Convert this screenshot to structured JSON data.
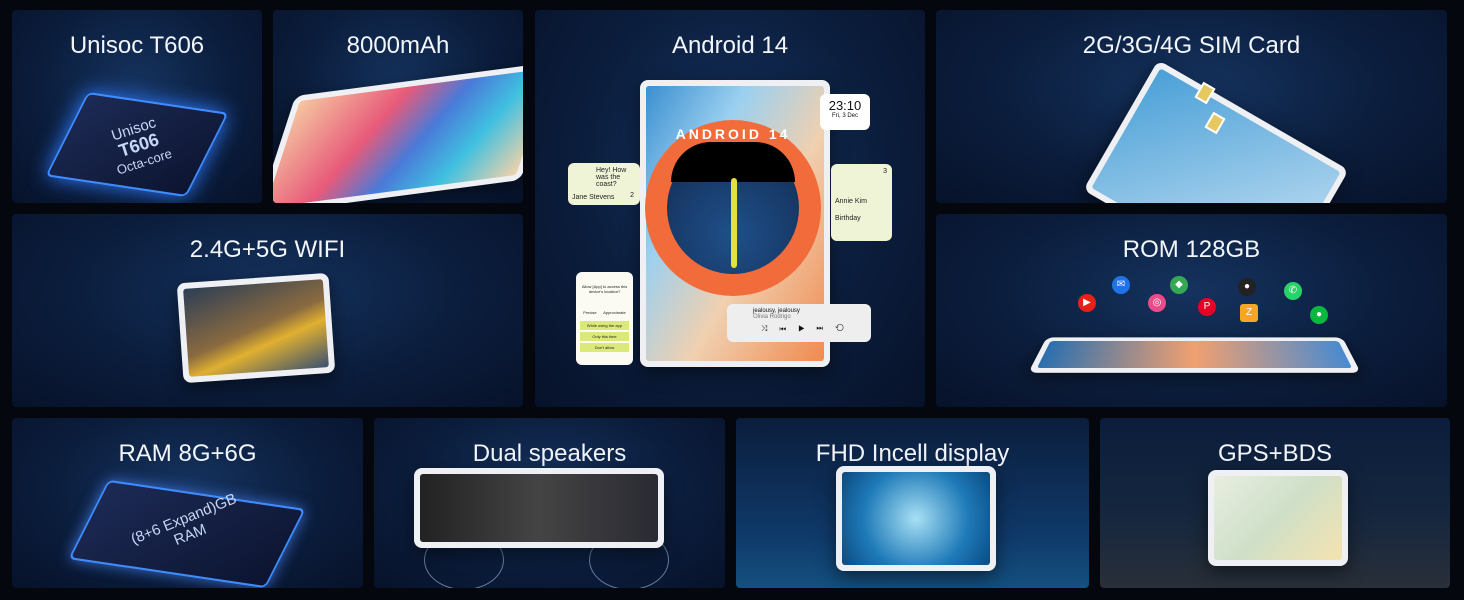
{
  "tiles": {
    "cpu": {
      "title": "Unisoc T606",
      "chip_line1": "Unisoc",
      "chip_line2": "T606",
      "chip_line3": "Octa-core"
    },
    "battery": {
      "title": "8000mAh"
    },
    "android": {
      "title": "Android 14",
      "badge": "ANDROID 14",
      "clock": "23:10",
      "date": "Fri, 3 Dec",
      "message": {
        "text": "Hey! How was the coast?",
        "name": "Jane Stevens",
        "count": "2"
      },
      "contact": {
        "name": "Annie Kim",
        "event": "Birthday",
        "count": "3"
      },
      "permission": {
        "text": "Allow [App] to access this device's location?",
        "opt1": "Precise",
        "opt2": "Approximate",
        "btn1": "While using the app",
        "btn2": "Only this time",
        "btn3": "Don't allow"
      },
      "music": {
        "song": "jealousy, jealousy",
        "artist": "Olivia Rodrigo"
      }
    },
    "sim": {
      "title": "2G/3G/4G SIM Card"
    },
    "wifi": {
      "title": "2.4G+5G WIFI"
    },
    "rom": {
      "title": "ROM 128GB"
    },
    "ram": {
      "title": "RAM 8G+6G",
      "chip_line1": "(8+6 Expand)GB",
      "chip_line2": "RAM"
    },
    "speakers": {
      "title": "Dual speakers"
    },
    "display": {
      "title": "FHD Incell display"
    },
    "gps": {
      "title": "GPS+BDS"
    }
  },
  "colors": {
    "accent": "#f26b3a",
    "chip_glow": "#2f7bff"
  }
}
